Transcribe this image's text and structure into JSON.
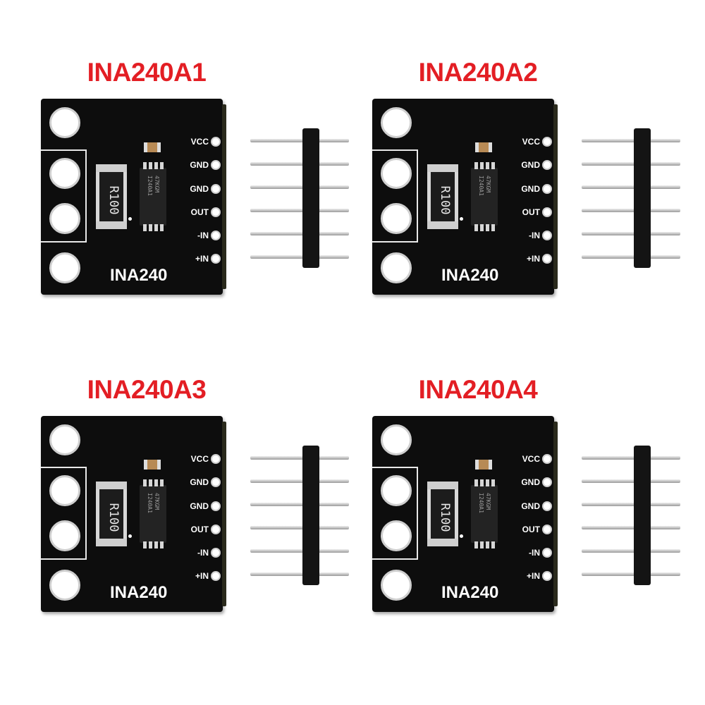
{
  "variants": [
    {
      "label": "INA240A1"
    },
    {
      "label": "INA240A2"
    },
    {
      "label": "INA240A3"
    },
    {
      "label": "INA240A4"
    }
  ],
  "board": {
    "brand": "INA240",
    "resistor_code": "R100",
    "chip_marking_1": "47KGM",
    "chip_marking_2": "I240A1",
    "pins": [
      "VCC",
      "GND",
      "GND",
      "OUT",
      "-IN",
      "+IN"
    ]
  }
}
